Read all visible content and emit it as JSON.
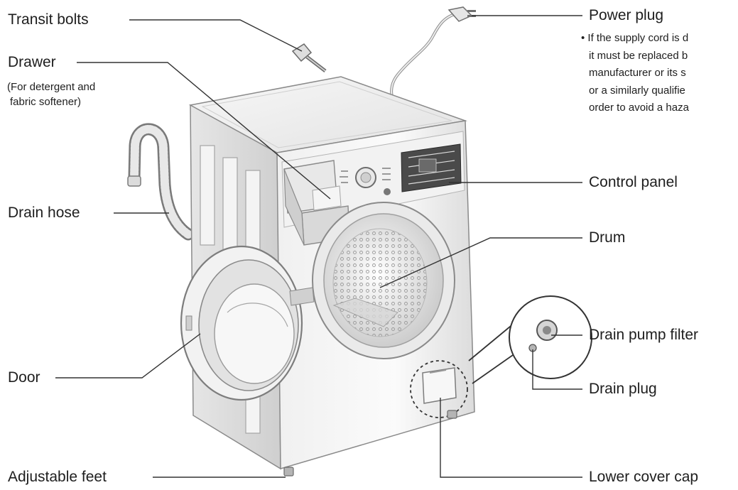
{
  "labels": {
    "transit_bolts": "Transit bolts",
    "drawer": "Drawer",
    "drawer_note_line1": "(For detergent and",
    "drawer_note_line2": "fabric softener)",
    "drain_hose": "Drain hose",
    "door": "Door",
    "adjustable_feet": "Adjustable feet",
    "power_plug": "Power plug",
    "power_note": [
      "• If the supply cord is d",
      "it must be replaced b",
      "manufacturer or its s",
      "or a similarly qualifie",
      "order to avoid a haza"
    ],
    "control_panel": "Control panel",
    "drum": "Drum",
    "drain_pump_filter": "Drain pump filter",
    "drain_plug": "Drain plug",
    "lower_cover_cap": "Lower cover cap"
  },
  "colors": {
    "line": "#333333",
    "outline": "#8a8a8a",
    "body_light": "#f4f4f4",
    "body_shade": "#d9d9d9",
    "panel_dark": "#3a3a3a"
  }
}
